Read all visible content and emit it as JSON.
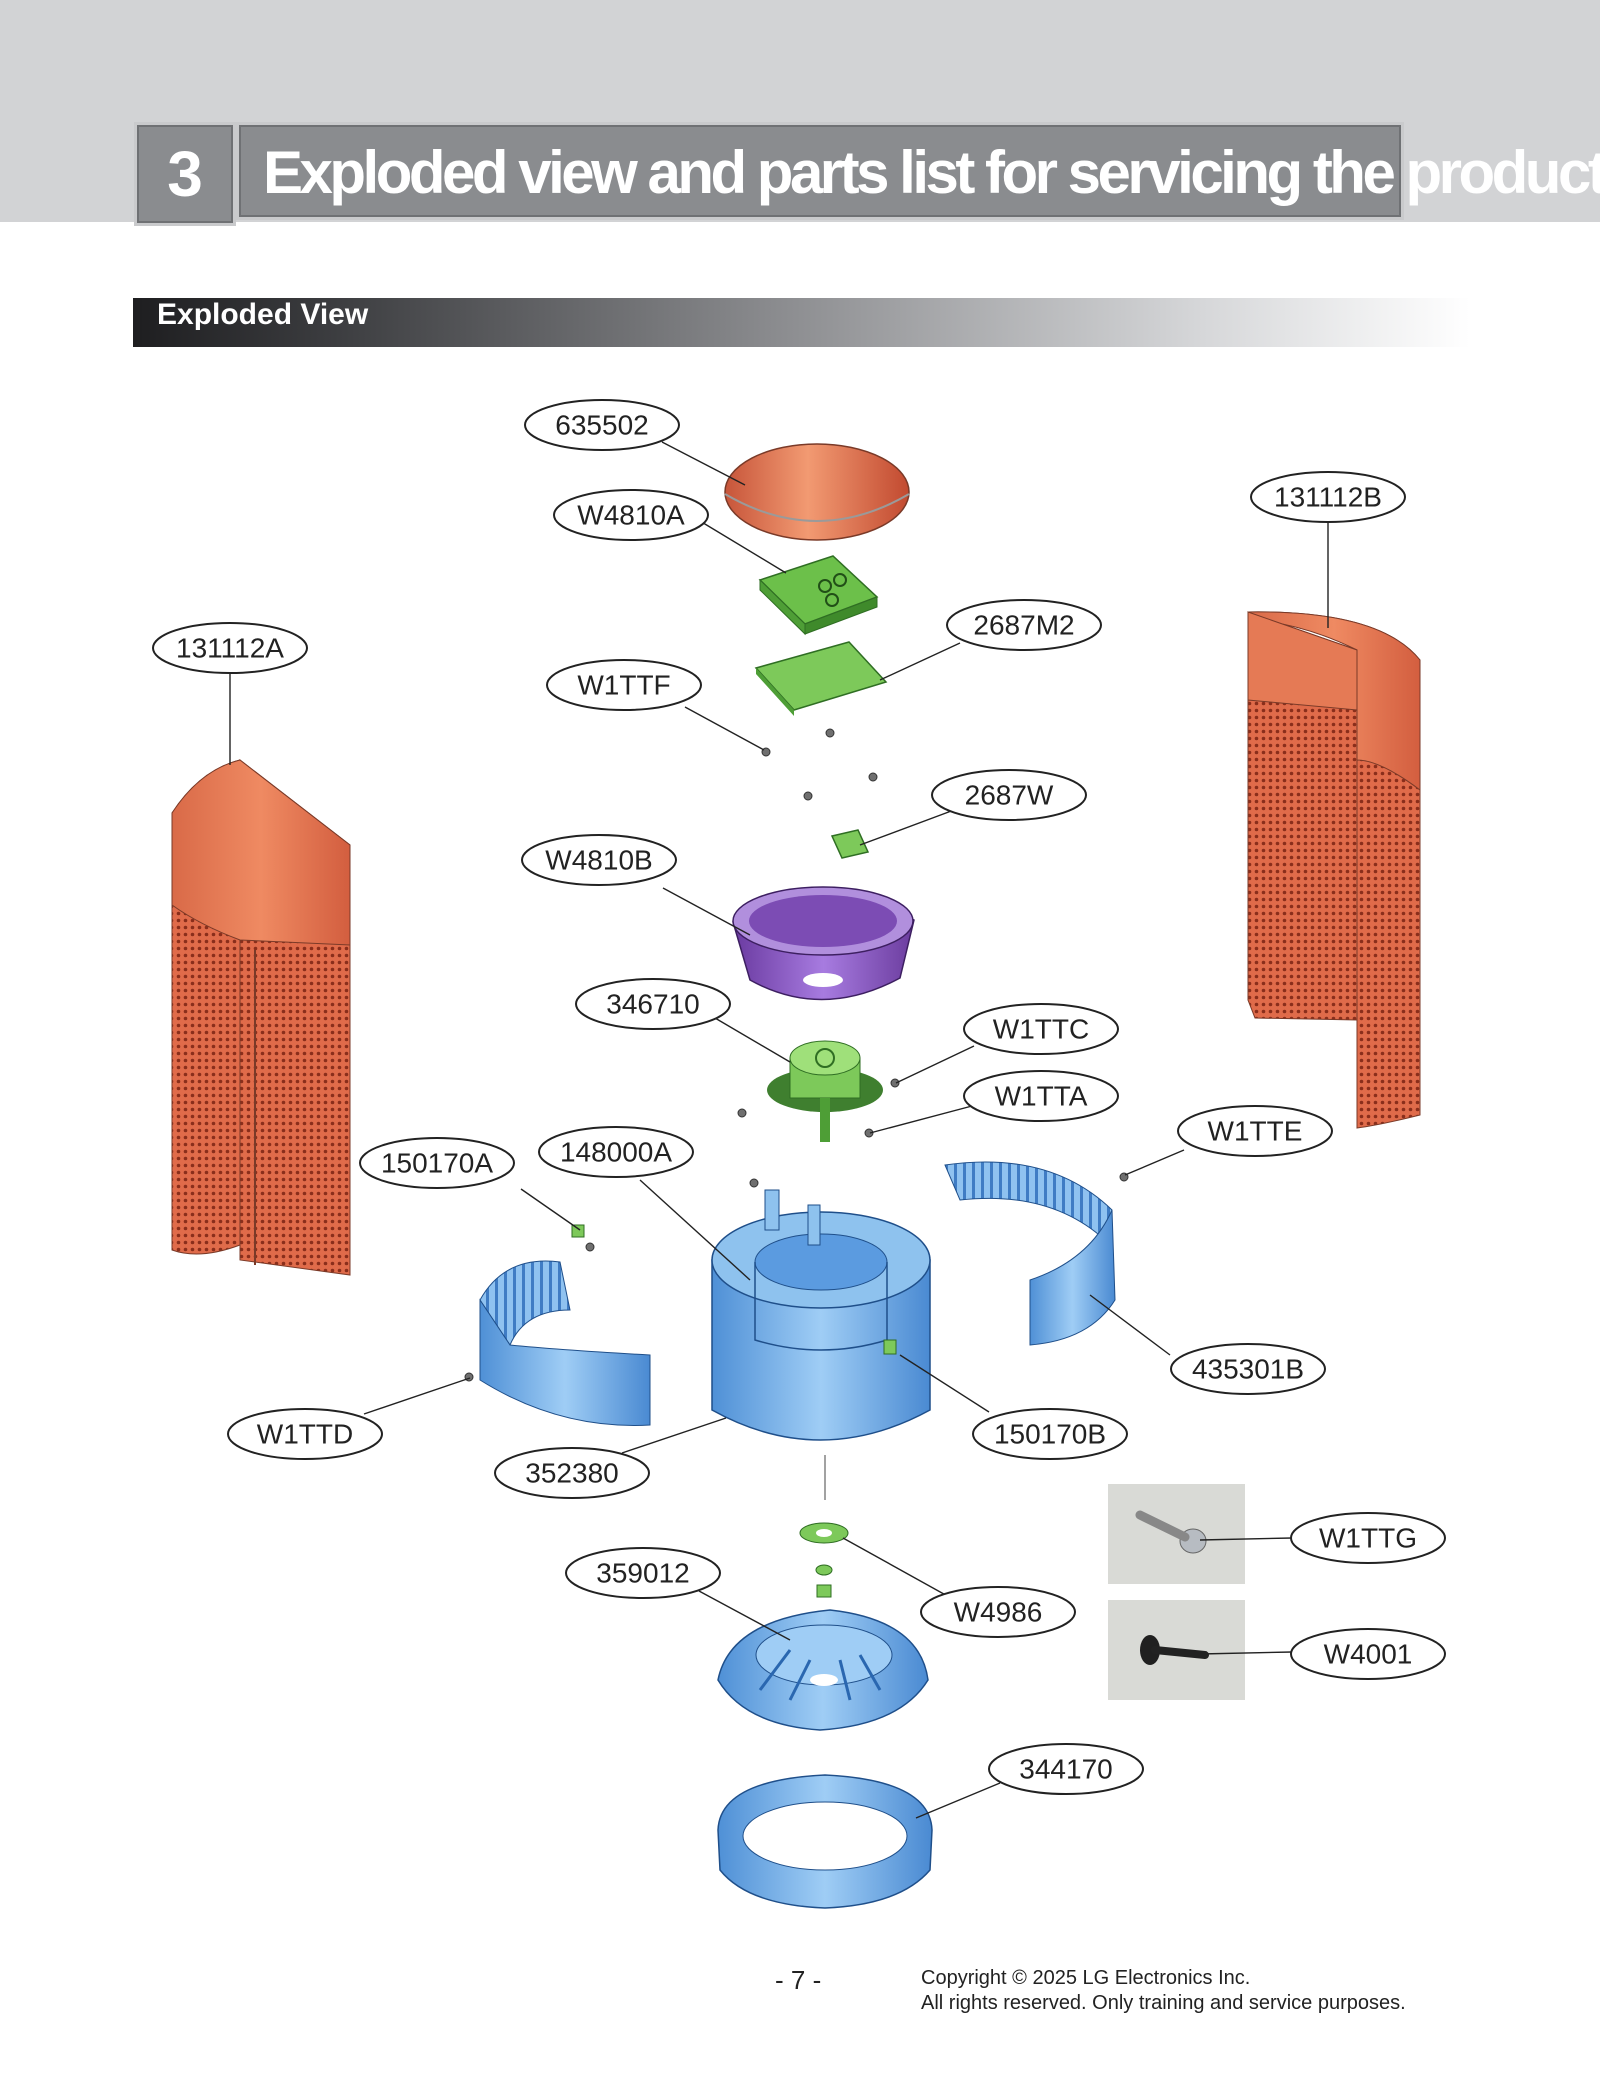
{
  "header": {
    "chapter_number": "3",
    "chapter_title": "Exploded view and parts list for servicing the product"
  },
  "section": {
    "title": "Exploded View"
  },
  "callouts": {
    "p635502": "635502",
    "w4810a": "W4810A",
    "p131112b": "131112B",
    "p2687m2": "2687M2",
    "p131112a": "131112A",
    "w1ttf": "W1TTF",
    "p2687w": "2687W",
    "w4810b": "W4810B",
    "p346710": "346710",
    "w1ttc": "W1TTC",
    "w1tta": "W1TTA",
    "w1tte": "W1TTE",
    "p150170a": "150170A",
    "p148000a": "148000A",
    "p435301b": "435301B",
    "w1ttd": "W1TTD",
    "p150170b": "150170B",
    "p352380": "352380",
    "w1ttg": "W1TTG",
    "p359012": "359012",
    "w4986": "W4986",
    "w4001": "W4001",
    "p344170": "344170"
  },
  "footer": {
    "page_number": "- 7 -",
    "copyright_line1": "Copyright © 2025 LG Electronics Inc.",
    "copyright_line2": "All rights reserved. Only training and service purposes."
  }
}
